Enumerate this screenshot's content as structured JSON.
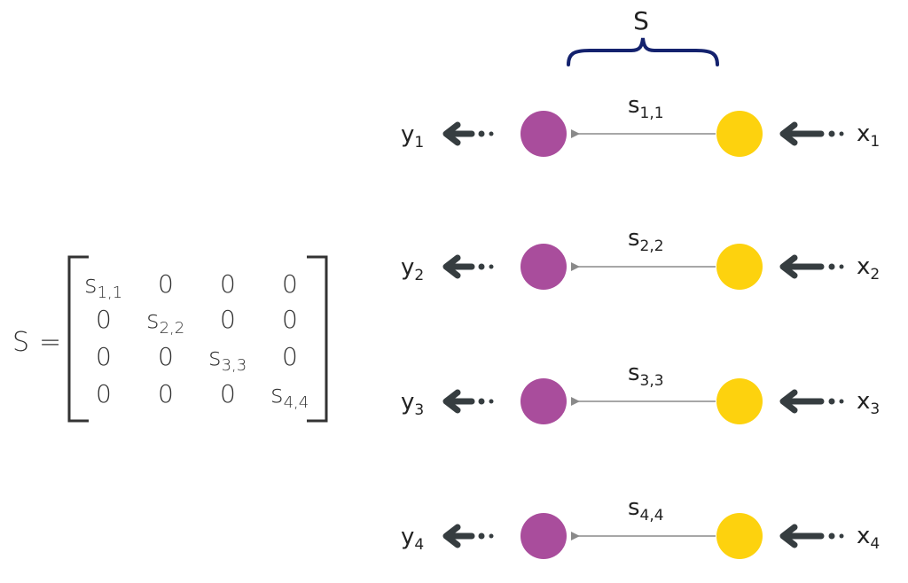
{
  "matrix": {
    "name": "S",
    "equals": "=",
    "rows": [
      [
        {
          "base": "s",
          "sub": "1,1"
        },
        {
          "base": "0",
          "sub": ""
        },
        {
          "base": "0",
          "sub": ""
        },
        {
          "base": "0",
          "sub": ""
        }
      ],
      [
        {
          "base": "0",
          "sub": ""
        },
        {
          "base": "s",
          "sub": "2,2"
        },
        {
          "base": "0",
          "sub": ""
        },
        {
          "base": "0",
          "sub": ""
        }
      ],
      [
        {
          "base": "0",
          "sub": ""
        },
        {
          "base": "0",
          "sub": ""
        },
        {
          "base": "s",
          "sub": "3,3"
        },
        {
          "base": "0",
          "sub": ""
        }
      ],
      [
        {
          "base": "0",
          "sub": ""
        },
        {
          "base": "0",
          "sub": ""
        },
        {
          "base": "0",
          "sub": ""
        },
        {
          "base": "s",
          "sub": "4,4"
        }
      ]
    ]
  },
  "brace_label": "S",
  "channels": [
    {
      "input": {
        "base": "x",
        "sub": "1"
      },
      "output": {
        "base": "y",
        "sub": "1"
      },
      "weight": {
        "base": "s",
        "sub": "1,1"
      }
    },
    {
      "input": {
        "base": "x",
        "sub": "2"
      },
      "output": {
        "base": "y",
        "sub": "2"
      },
      "weight": {
        "base": "s",
        "sub": "2,2"
      }
    },
    {
      "input": {
        "base": "x",
        "sub": "3"
      },
      "output": {
        "base": "y",
        "sub": "3"
      },
      "weight": {
        "base": "s",
        "sub": "3,3"
      }
    },
    {
      "input": {
        "base": "x",
        "sub": "4"
      },
      "output": {
        "base": "y",
        "sub": "4"
      },
      "weight": {
        "base": "s",
        "sub": "4,4"
      }
    }
  ],
  "colors": {
    "output_node": "#a94d9c",
    "input_node": "#fdd20e",
    "brace": "#14226e",
    "thick_arrow": "#363d40",
    "thin_arrow": "#8a8a8a",
    "text": "#222222"
  }
}
